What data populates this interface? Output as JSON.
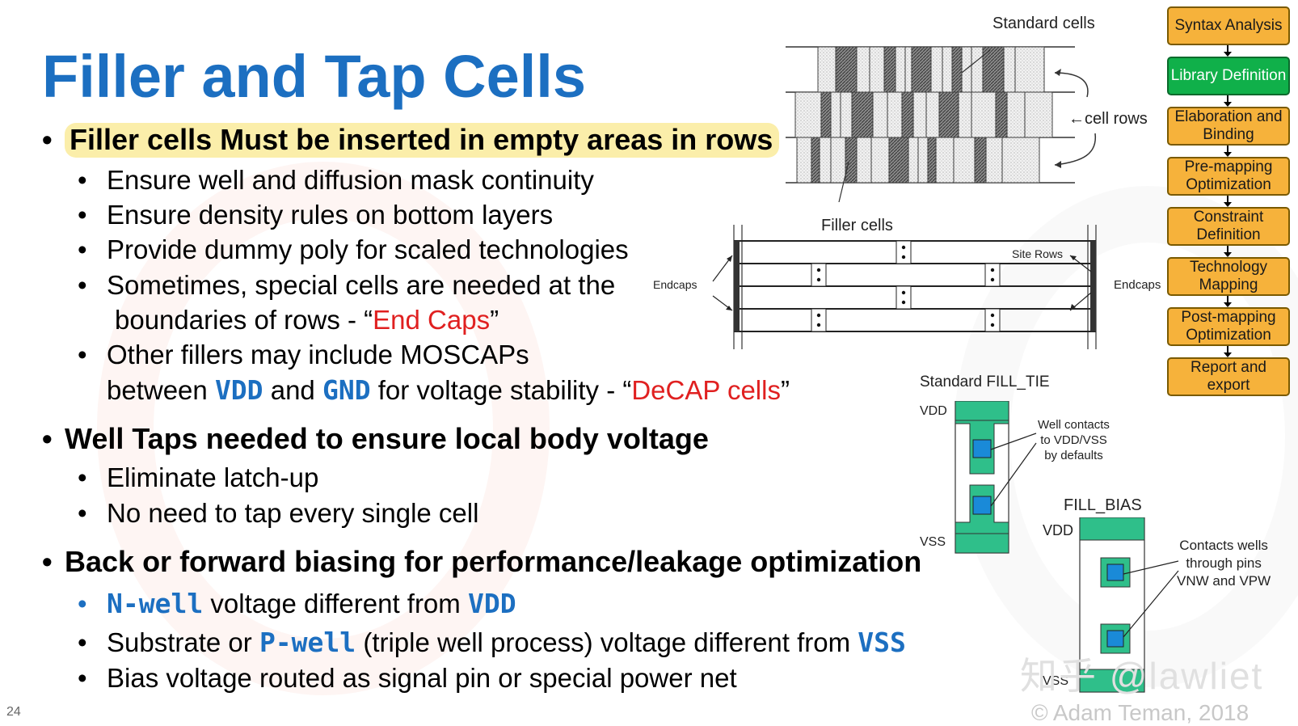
{
  "title": "Filler and Tap Cells",
  "bullets": {
    "filler": {
      "heading": "Filler cells Must be inserted in empty areas in rows",
      "items": [
        "Ensure well and diffusion mask continuity",
        "Ensure density rules on bottom layers",
        "Provide dummy poly for scaled technologies"
      ],
      "endcap_line1": "Sometimes, special cells are needed at the",
      "endcap_line2": "boundaries of rows - “",
      "endcap_term": "End Caps",
      "endcap_close": "”",
      "moscap_line1": "Other fillers may include MOSCAPs",
      "moscap_between": "between ",
      "moscap_vdd": "VDD",
      "moscap_and": " and ",
      "moscap_gnd": "GND",
      "moscap_rest": " for voltage stability - “",
      "moscap_term": "DeCAP cells",
      "moscap_close": "”"
    },
    "welltap": {
      "heading": "Well Taps needed to ensure local body voltage",
      "items": [
        "Eliminate latch-up",
        "No need to tap every single cell"
      ]
    },
    "bias": {
      "heading": "Back or forward biasing for performance/leakage optimization",
      "nwell": "N-well",
      "nwell_rest": " voltage different from ",
      "nwell_vdd": "VDD",
      "pwell_pre": "Substrate or ",
      "pwell": "P-well",
      "pwell_rest": " (triple well process) voltage different from ",
      "pwell_vss": "VSS",
      "routed": "Bias voltage routed as signal pin or special power net"
    }
  },
  "flow": [
    "Syntax Analysis",
    "Library Definition",
    "Elaboration and Binding",
    "Pre-mapping Optimization",
    "Constraint Definition",
    "Technology Mapping",
    "Post-mapping Optimization",
    "Report and export"
  ],
  "diagram": {
    "standard_cells": "Standard cells",
    "cell_rows": "←cell rows",
    "filler_cells": "Filler cells",
    "site_rows": "Site Rows",
    "endcaps_left": "Endcaps",
    "endcaps_right": "Endcaps",
    "fill_tie_title": "Standard FILL_TIE",
    "fill_tie_vdd": "VDD",
    "fill_tie_vss": "VSS",
    "well_contacts": "Well contacts\nto VDD/VSS\nby defaults",
    "fill_bias_title": "FILL_BIAS",
    "fill_bias_vdd": "VDD",
    "fill_bias_vss": "VSS",
    "contacts_wells": "Contacts wells\nthrough pins\nVNW and VPW"
  },
  "footer": {
    "slide_number": "24",
    "copyright": "© Adam Teman, 2018",
    "watermark": "知乎 @lawliet"
  },
  "colors": {
    "title_blue": "#1c6fc1",
    "highlight": "#fbeeaa",
    "red": "#e02020",
    "flow_orange": "#f6b23b",
    "flow_green": "#10b04a",
    "well_green": "#2fbf8a",
    "contact_blue": "#1a8ad8"
  }
}
